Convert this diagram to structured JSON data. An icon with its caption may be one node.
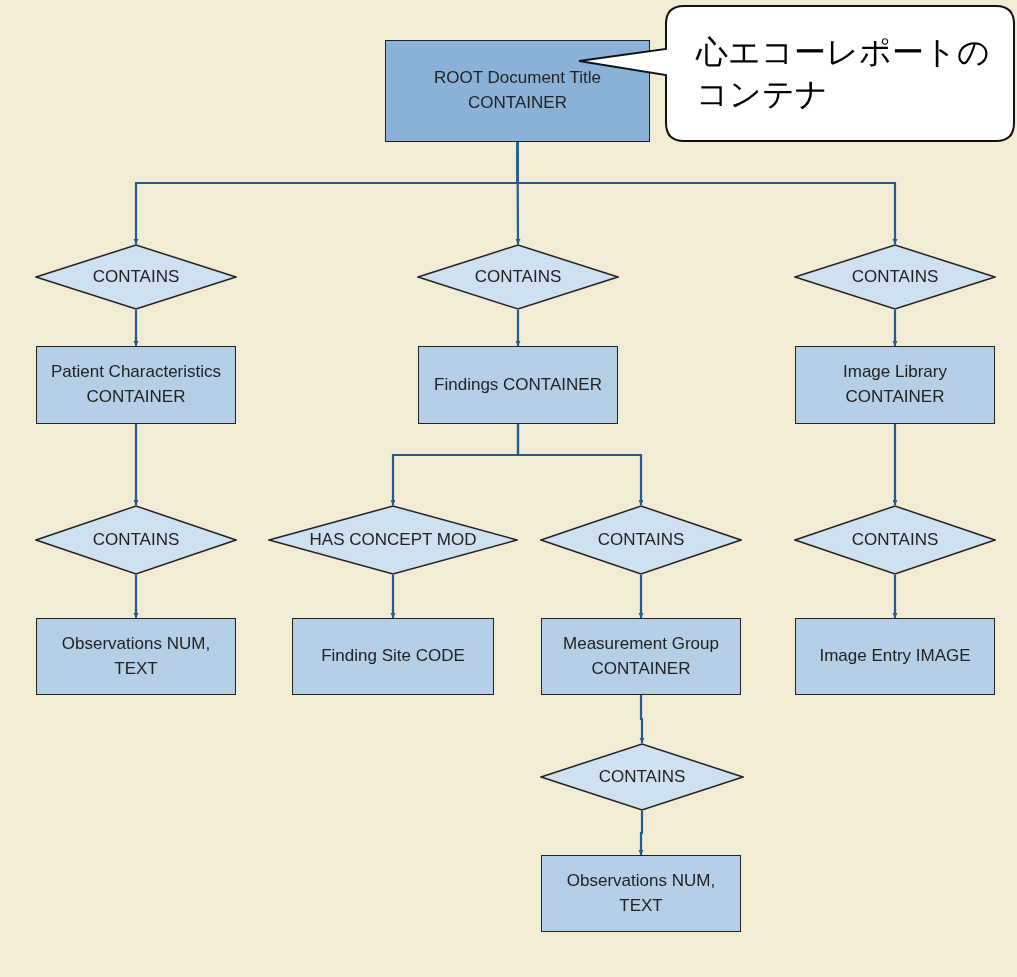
{
  "diagram": {
    "nodes": [
      {
        "text": [
          "ROOT Document Title CONTAINER"
        ]
      },
      {
        "text": [
          "心エコーレポートのコンテナ"
        ]
      },
      {
        "text": [
          "CONTAINS"
        ]
      },
      {
        "text": [
          "CONTAINS"
        ]
      },
      {
        "text": [
          "CONTAINS"
        ]
      },
      {
        "text": [
          "Patient Characteristics CONTAINER"
        ]
      },
      {
        "text": [
          "Findings CONTAINER"
        ]
      },
      {
        "text": [
          "Image Library CONTAINER"
        ]
      },
      {
        "text": [
          "CONTAINS"
        ]
      },
      {
        "text": [
          "HAS CONCEPT MOD"
        ]
      },
      {
        "text": [
          "CONTAINS"
        ]
      },
      {
        "text": [
          "CONTAINS"
        ]
      },
      {
        "text": [
          "Observations NUM, TEXT"
        ]
      },
      {
        "text": [
          "Finding Site CODE"
        ]
      },
      {
        "text": [
          "Measurement Group CONTAINER"
        ]
      },
      {
        "text": [
          "Image Entry IMAGE"
        ]
      },
      {
        "text": [
          "CONTAINS"
        ]
      },
      {
        "text": [
          "Observations NUM, TEXT"
        ]
      }
    ],
    "edges": [
      {
        "from": 0,
        "to": 2,
        "arrow": "to"
      },
      {
        "from": 0,
        "to": 3,
        "arrow": "to"
      },
      {
        "from": 0,
        "to": 4,
        "arrow": "to"
      },
      {
        "from": 2,
        "to": 5,
        "arrow": "to"
      },
      {
        "from": 3,
        "to": 6,
        "arrow": "to"
      },
      {
        "from": 4,
        "to": 7,
        "arrow": "to"
      },
      {
        "from": 5,
        "to": 8,
        "arrow": "to"
      },
      {
        "from": 6,
        "to": 9,
        "arrow": "to"
      },
      {
        "from": 6,
        "to": 10,
        "arrow": "to"
      },
      {
        "from": 7,
        "to": 11,
        "arrow": "to"
      },
      {
        "from": 8,
        "to": 12,
        "arrow": "to"
      },
      {
        "from": 9,
        "to": 13,
        "arrow": "to"
      },
      {
        "from": 10,
        "to": 14,
        "arrow": "to"
      },
      {
        "from": 11,
        "to": 15,
        "arrow": "to"
      },
      {
        "from": 14,
        "to": 16,
        "arrow": "to"
      },
      {
        "from": 16,
        "to": 17,
        "arrow": "to"
      }
    ]
  }
}
